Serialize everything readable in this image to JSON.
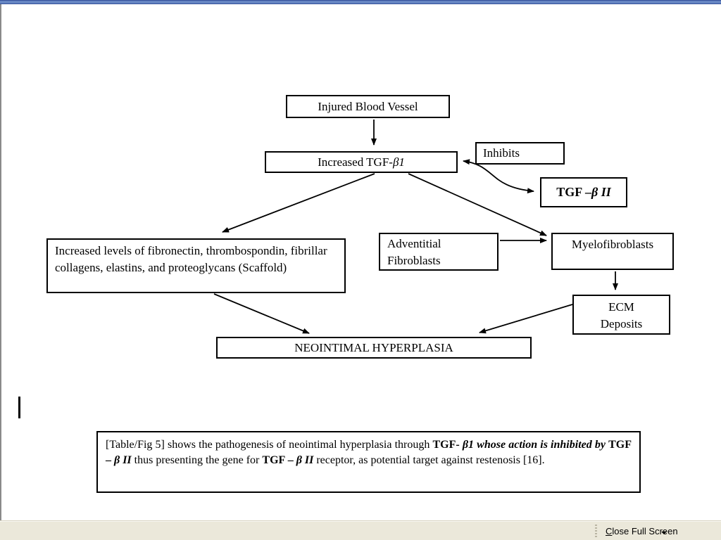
{
  "colors": {
    "top_edge_blue": "#6585c2",
    "toolbar_beige": "#ebe8da",
    "box_border": "#000000",
    "page_bg": "#ffffff"
  },
  "diagram": {
    "injured": "Injured Blood Vessel",
    "increased_tgf_runs": [
      {
        "t": "Increased TGF- "
      },
      {
        "t": "β1",
        "i": true
      }
    ],
    "inhibits": "Inhibits",
    "tgf_b2_runs": [
      {
        "t": "TGF – ",
        "b": true
      },
      {
        "t": "β II",
        "b": true,
        "i": true
      }
    ],
    "scaffold": "Increased levels of fibronectin, thrombospondin, fibrillar collagens, elastins, and proteoglycans (Scaffold)",
    "adventitial": "Adventitial\nFibroblasts",
    "myelofibroblasts": "Myelofibroblasts",
    "ecm": "ECM\nDeposits",
    "neointimal": "NEOINTIMAL HYPERPLASIA",
    "caption_runs": [
      {
        "t": "[Table/Fig 5] shows the pathogenesis of neointimal hyperplasia through "
      },
      {
        "t": "TGF- ",
        "b": true
      },
      {
        "t": "β1 whose action is inhibited by ",
        "b": true,
        "i": true
      },
      {
        "t": "TGF – ",
        "b": true
      },
      {
        "t": "β II",
        "b": true,
        "i": true
      },
      {
        "t": " thus presenting the gene for "
      },
      {
        "t": "TGF – ",
        "b": true
      },
      {
        "t": "β II",
        "b": true,
        "i": true
      },
      {
        "t": " receptor, as potential target against restenosis [16]."
      }
    ]
  },
  "toolbar": {
    "close_label_runs": [
      {
        "t": "C",
        "u": true
      },
      {
        "t": "lose Full Screen"
      }
    ],
    "dropdown_icon": "▾"
  }
}
